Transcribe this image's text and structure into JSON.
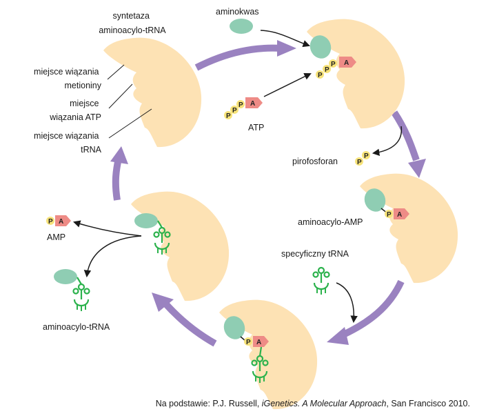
{
  "labels": {
    "enzyme": [
      "syntetaza",
      "aminoacylo-tRNA"
    ],
    "met_site": [
      "miejsce wiązania",
      "metioniny"
    ],
    "atp_site": [
      "miejsce",
      "wiązania ATP"
    ],
    "trna_site": [
      "miejsce wiązania",
      "tRNA"
    ],
    "amino_acid": "aminokwas",
    "atp": "ATP",
    "pyrophosphate": "pirofosforan",
    "aminoacyl_amp": "aminoacylo-AMP",
    "specific_trna": "specyficzny tRNA",
    "amp": "AMP",
    "aminoacyl_trna": "aminoacylo-tRNA"
  },
  "glyphs": {
    "phosphate": "P",
    "adenosine": "A"
  },
  "caption": {
    "prefix": "Na podstawie: P.J. Russell, ",
    "title": "iGenetics. A Molecular Approach",
    "suffix": ", San Francisco 2010."
  },
  "colors": {
    "enzyme": "#fde2b4",
    "amino_acid": "#8fcdb3",
    "trna": "#2bb24c",
    "cycle_arrow": "#9a82c0",
    "phosphate": "#f7e37a",
    "adenosine": "#ee8b86"
  }
}
